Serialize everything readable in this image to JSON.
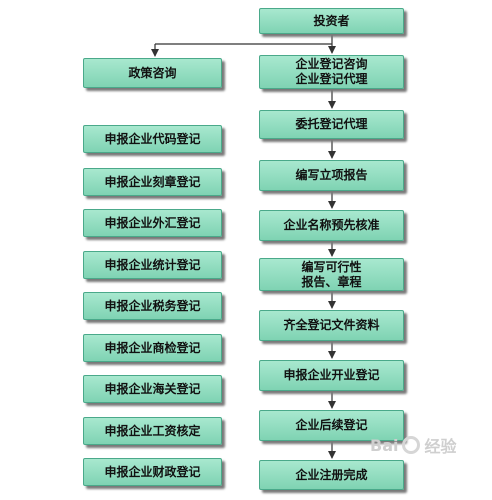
{
  "main_flow": [
    "投资者",
    "企业登记咨询\n企业登记代理",
    "委托登记代理",
    "编写立项报告",
    "企业名称预先核准",
    "编写可行性\n报告、章程",
    "齐全登记文件资料",
    "申报企业开业登记",
    "企业后续登记",
    "企业注册完成"
  ],
  "policy": "政策咨询",
  "side_flow": [
    "申报企业代码登记",
    "申报企业刻章登记",
    "申报企业外汇登记",
    "申报企业统计登记",
    "申报企业税务登记",
    "申报企业商检登记",
    "申报企业海关登记",
    "申报企业工资核定",
    "申报企业财政登记"
  ],
  "watermark": {
    "brand": "Bai",
    "sub": "经验"
  }
}
